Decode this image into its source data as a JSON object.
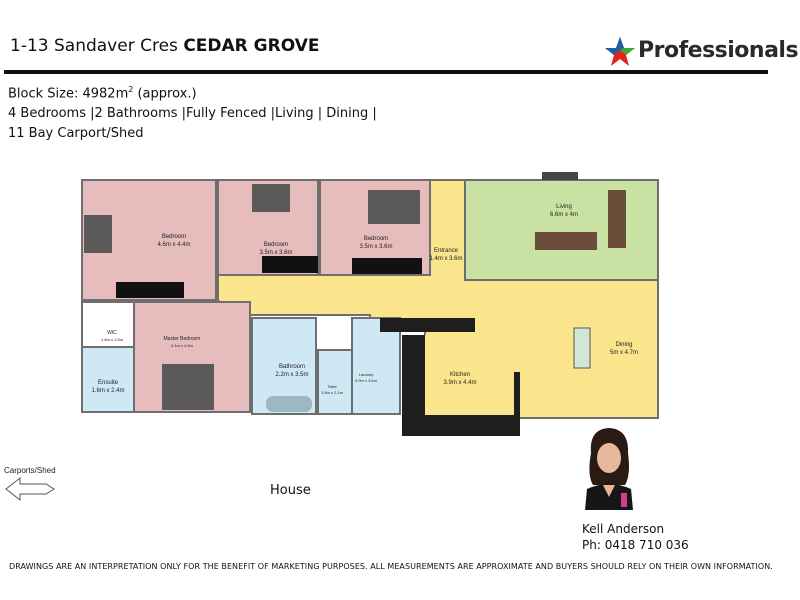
{
  "header": {
    "address": "1-13 Sandaver Cres",
    "suburb": "CEDAR GROVE"
  },
  "logo": {
    "text": "Professionals",
    "icon": "star-icon",
    "colors": {
      "blue": "#1d5fa8",
      "red": "#e2231a",
      "green": "#3aa935"
    }
  },
  "specs": {
    "block_size_prefix": "Block Size:  4982m",
    "block_size_sup": "2",
    "block_size_suffix": " (approx.)",
    "features": "4 Bedrooms |2 Bathrooms |Fully Fenced |Living | Dining |",
    "extra": "11 Bay Carport/Shed"
  },
  "plan": {
    "colors": {
      "bedroom": "#e7bcbc",
      "living": "#c9e2a4",
      "hall": "#fae48c",
      "wet": "#cfe9f4",
      "wall": "#6e6e6e",
      "kitchen": "#1e1e1e"
    },
    "rooms": {
      "bed1": {
        "name": "Bedroom",
        "size": "4.6m x 4.4m"
      },
      "bed2": {
        "name": "Bedroom",
        "size": "3.5m x 3.6m"
      },
      "bed3": {
        "name": "Bedroom",
        "size": "3.5m x 3.6m"
      },
      "entrance": {
        "name": "Entrance",
        "size": "1.4m x 3.6m"
      },
      "living": {
        "name": "Living",
        "size": "6.6m x 4m"
      },
      "wic": {
        "name": "WIC",
        "size": "1.6m x 1.5m"
      },
      "master": {
        "name": "Master Bedroom",
        "size": "4.1m x 4.5m"
      },
      "ensuite": {
        "name": "Ensuite",
        "size": "1.6m x 2.4m"
      },
      "bathroom": {
        "name": "Bathroom",
        "size": "2.2m x 3.5m"
      },
      "toilet": {
        "name": "Toilet",
        "size": "1.5m x 2.1m"
      },
      "laundry": {
        "name": "Laundry",
        "size": "3.9m x 3.6m"
      },
      "kitchen": {
        "name": "Kitchen",
        "size": "3.9m x 4.4m"
      },
      "dining": {
        "name": "Dining",
        "size": "5m x 4.7m"
      }
    }
  },
  "carports_label": "Carports/Shed",
  "house_label": "House",
  "agent": {
    "name": "Kell Anderson",
    "phone": "Ph: 0418 710 036"
  },
  "disclaimer": "DRAWINGS ARE AN INTERPRETATION ONLY FOR THE BENEFIT OF MARKETING PURPOSES. ALL MEASUREMENTS ARE APPROXIMATE AND BUYERS SHOULD RELY ON THEIR OWN INFORMATION."
}
